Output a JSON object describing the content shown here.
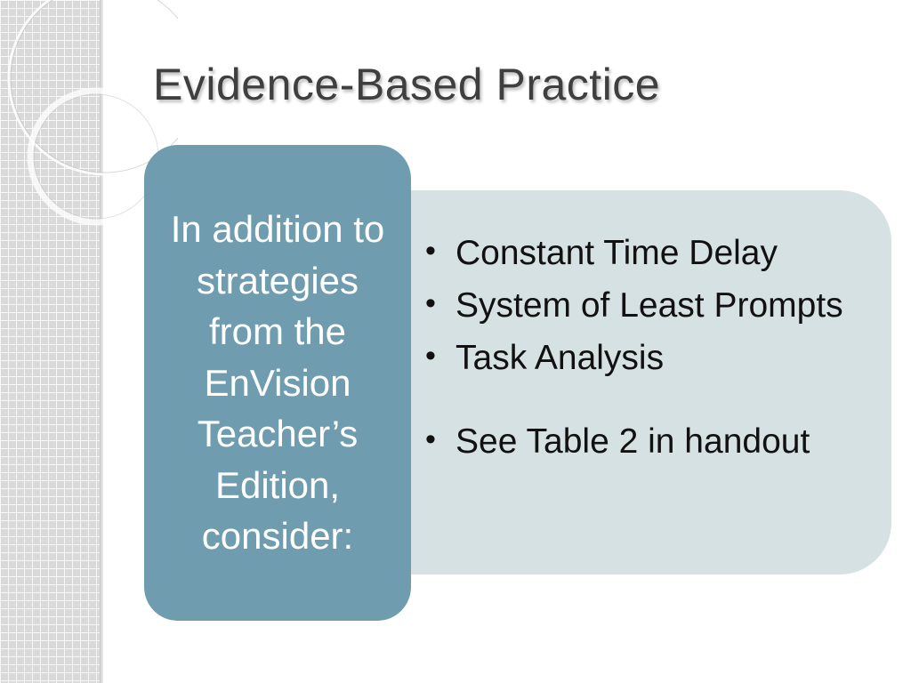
{
  "slide": {
    "title": "Evidence-Based Practice",
    "lead_text": "In addition to strategies from the EnVision Teacher’s Edition, consider:",
    "bullets": [
      "Constant Time Delay",
      "System of Least Prompts",
      "Task Analysis",
      "See Table 2 in handout"
    ]
  },
  "colors": {
    "lead_box": "#6f9daf",
    "list_panel": "#d6e1e4",
    "title_text": "#3f3f3f",
    "side_strip": "#d9d9d9"
  },
  "icons": {
    "bullet": "bullet-dot-icon"
  }
}
